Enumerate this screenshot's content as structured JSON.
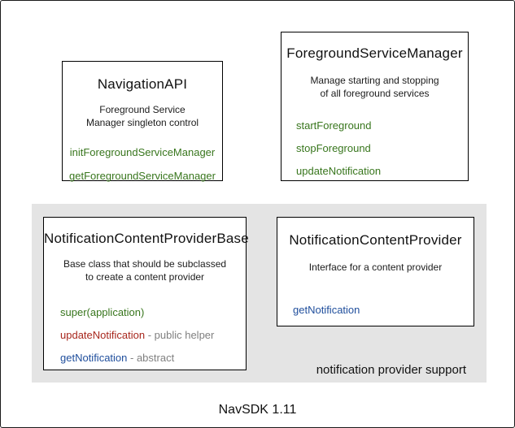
{
  "diagram": {
    "footer_title": "NavSDK 1.11",
    "group": {
      "label": "notification provider support",
      "background_color": "#e4e4e4"
    },
    "colors": {
      "box_border": "#000000",
      "box_background": "#ffffff",
      "text": "#111111",
      "method_green": "#38761d",
      "method_red": "#a8271d",
      "method_blue": "#1f4e9c",
      "method_annotation_gray": "#808080"
    },
    "boxes": [
      {
        "title": "NavigationAPI",
        "description": [
          "Foreground Service",
          "Manager singleton control"
        ],
        "methods": [
          {
            "name": "initForegroundServiceManager",
            "color": "green",
            "suffix": ""
          },
          {
            "name": "getForegroundServiceManager",
            "color": "green",
            "suffix": ""
          }
        ]
      },
      {
        "title": "ForegroundServiceManager",
        "description": [
          "Manage starting and stopping",
          "of all foreground services"
        ],
        "methods": [
          {
            "name": "startForeground",
            "color": "green",
            "suffix": ""
          },
          {
            "name": "stopForeground",
            "color": "green",
            "suffix": ""
          },
          {
            "name": "updateNotification",
            "color": "green",
            "suffix": ""
          }
        ]
      },
      {
        "title": "NotificationContentProviderBase",
        "description": [
          "Base class that should be subclassed",
          "to create a content provider"
        ],
        "methods": [
          {
            "name": "super(application)",
            "color": "green",
            "suffix": ""
          },
          {
            "name": "updateNotification",
            "color": "red",
            "suffix": "- public helper"
          },
          {
            "name": "getNotification",
            "color": "blue",
            "suffix": "- abstract"
          }
        ]
      },
      {
        "title": "NotificationContentProvider",
        "description": [
          "Interface for a content provider"
        ],
        "methods": [
          {
            "name": "getNotification",
            "color": "blue",
            "suffix": ""
          }
        ]
      }
    ]
  }
}
